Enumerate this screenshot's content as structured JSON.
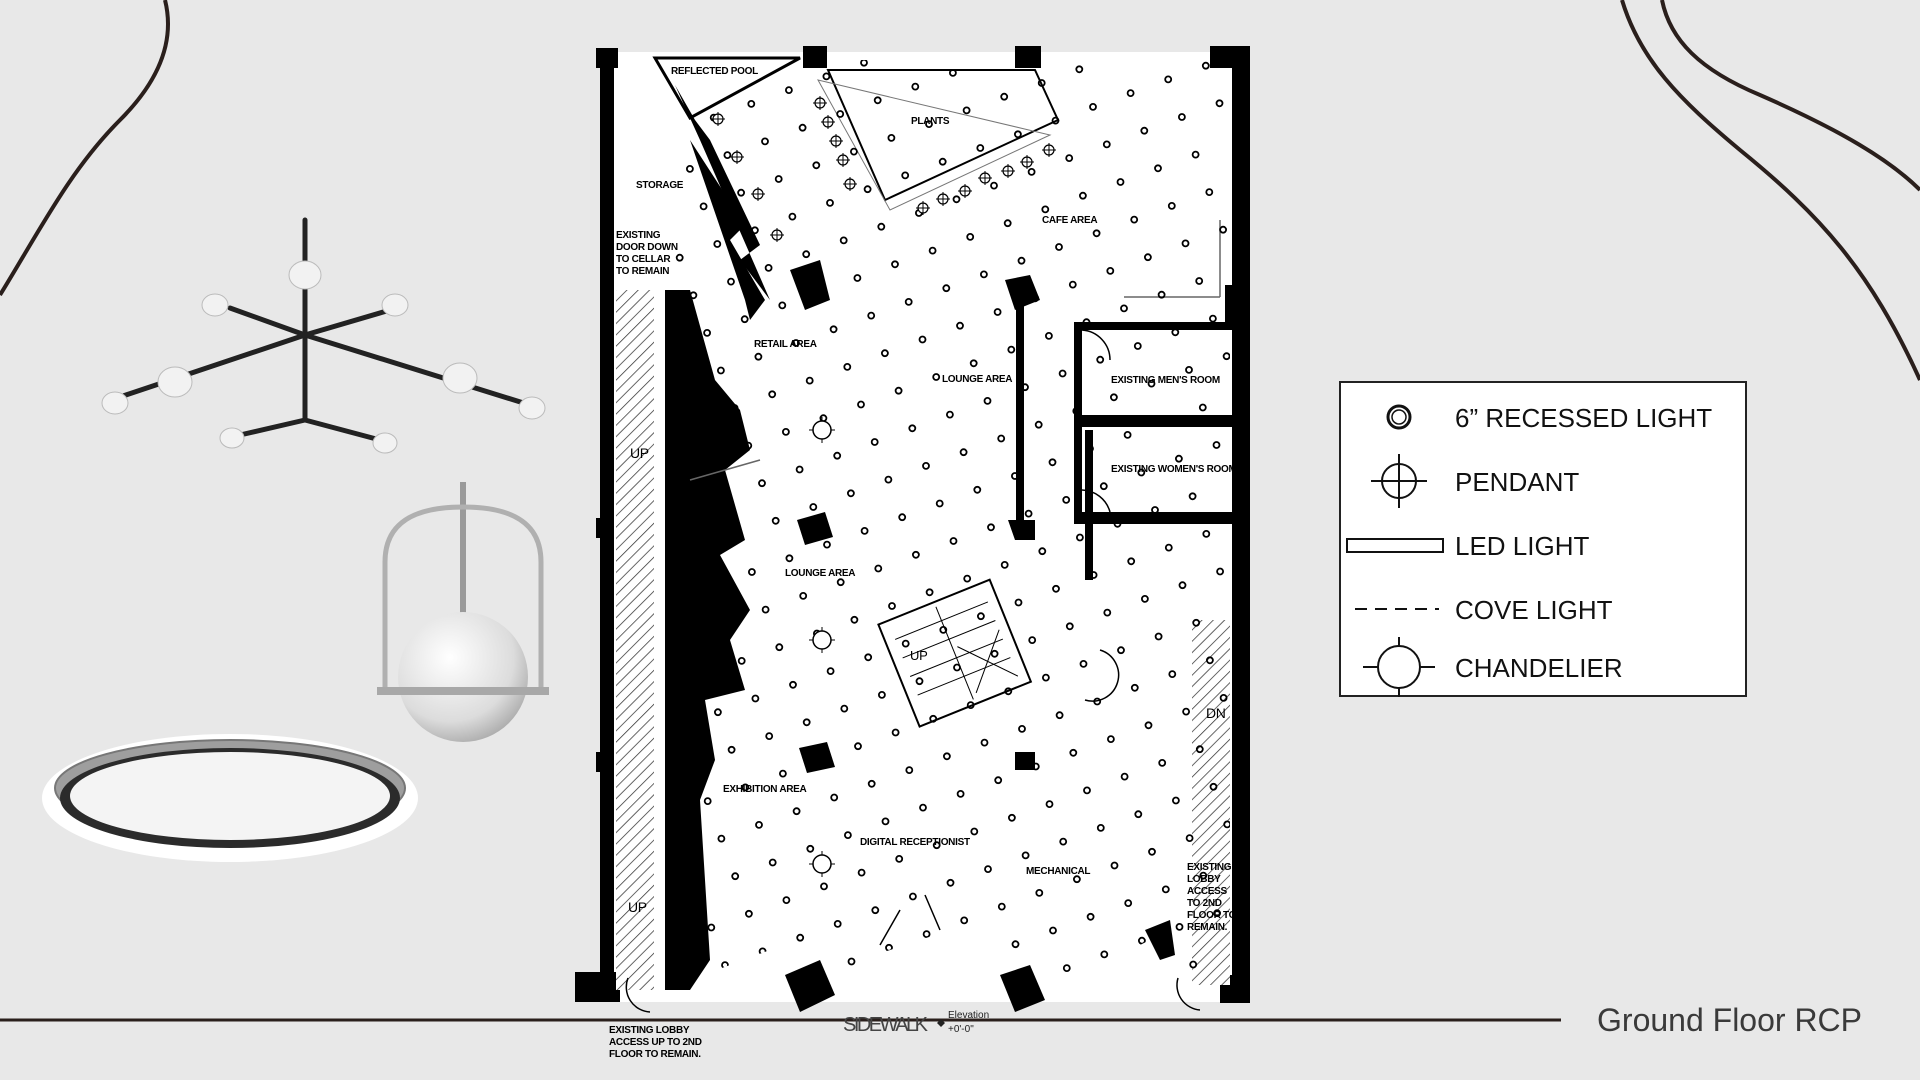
{
  "title": "Ground Floor RCP",
  "legend": {
    "items": [
      {
        "symbol": "recessed-light-icon",
        "label": "6” RECESSED LIGHT"
      },
      {
        "symbol": "pendant-icon",
        "label": "PENDANT"
      },
      {
        "symbol": "led-light-icon",
        "label": "LED LIGHT"
      },
      {
        "symbol": "cove-light-icon",
        "label": "COVE LIGHT"
      },
      {
        "symbol": "chandelier-icon",
        "label": "CHANDELIER"
      }
    ]
  },
  "plan": {
    "rooms": {
      "reflected_pool": "REFLECTED POOL",
      "plants": "PLANTS",
      "storage": "STORAGE",
      "cellar_1": "EXISTING",
      "cellar_2": "DOOR DOWN",
      "cellar_3": "TO CELLAR",
      "cellar_4": "TO REMAIN",
      "cafe": "CAFE AREA",
      "retail": "RETAIL AREA",
      "lounge_1": "LOUNGE AREA",
      "mens": "EXISTING MEN'S ROOM",
      "womens": "EXISTING WOMEN'S ROOM",
      "lounge_2": "LOUNGE AREA",
      "exhibition": "EXHIBITION AREA",
      "reception": "DIGITAL RECEPTIONIST",
      "mechanical": "MECHANICAL",
      "lobby_r_1": "EXISTING",
      "lobby_r_2": "LOBBY",
      "lobby_r_3": "ACCESS",
      "lobby_r_4": "TO 2ND",
      "lobby_r_5": "FLOOR TO",
      "lobby_r_6": "REMAIN.",
      "lobby_l_1": "EXISTING LOBBY",
      "lobby_l_2": "ACCESS UP TO 2ND",
      "lobby_l_3": "FLOOR TO REMAIN.",
      "up_1": "UP",
      "up_2": "UP",
      "up_3": "UP",
      "dn": "DN"
    },
    "sidewalk": "SIDEWALK",
    "elevation_label": "Elevation",
    "elevation_value": "+0'-0\""
  },
  "colors": {
    "background": "#e8e8e8",
    "ink": "#111111",
    "curve": "#2a1f1c"
  }
}
